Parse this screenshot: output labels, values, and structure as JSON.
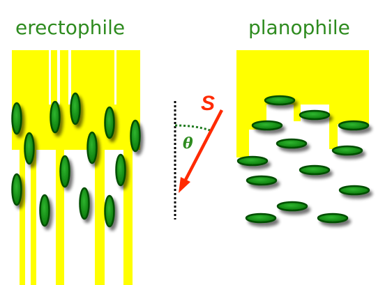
{
  "titles": {
    "erectophile": "erectophile",
    "planophile": "planophile"
  },
  "sun": {
    "label": "S",
    "angle_symbol": "θ"
  },
  "colors": {
    "title_green": "#2e8b1f",
    "leaf_green": "#0a8a0a",
    "leaf_dark": "#004d00",
    "shadow_yellow": "#ffff00",
    "sun_arrow": "#ff2a00",
    "zenith_line": "#000000",
    "angle_arc": "#1f7a1f"
  }
}
